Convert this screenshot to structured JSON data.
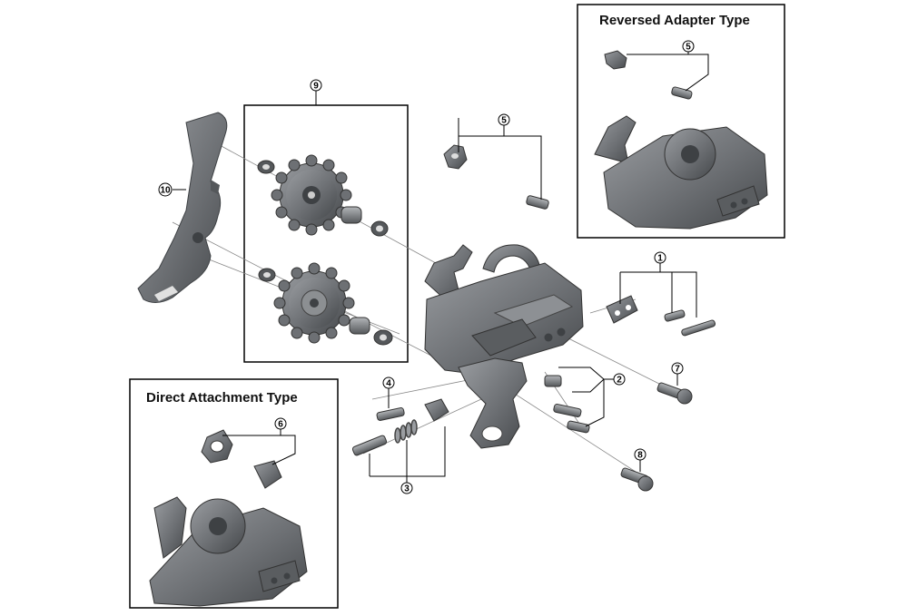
{
  "insets": {
    "reversed_adapter": {
      "title": "Reversed Adapter Type"
    },
    "direct_attachment": {
      "title": "Direct Attachment Type"
    }
  },
  "callouts": {
    "c1": "1",
    "c2": "2",
    "c3": "3",
    "c4": "4",
    "c5": "5",
    "c6": "6",
    "c7": "7",
    "c8": "8",
    "c9": "9",
    "c10": "10",
    "c5_inset": "5"
  },
  "colors": {
    "part_fill": "#6d7074",
    "part_dark": "#3e4144",
    "part_light": "#a7aaad",
    "leader": "#000000",
    "centerline": "#777777"
  }
}
